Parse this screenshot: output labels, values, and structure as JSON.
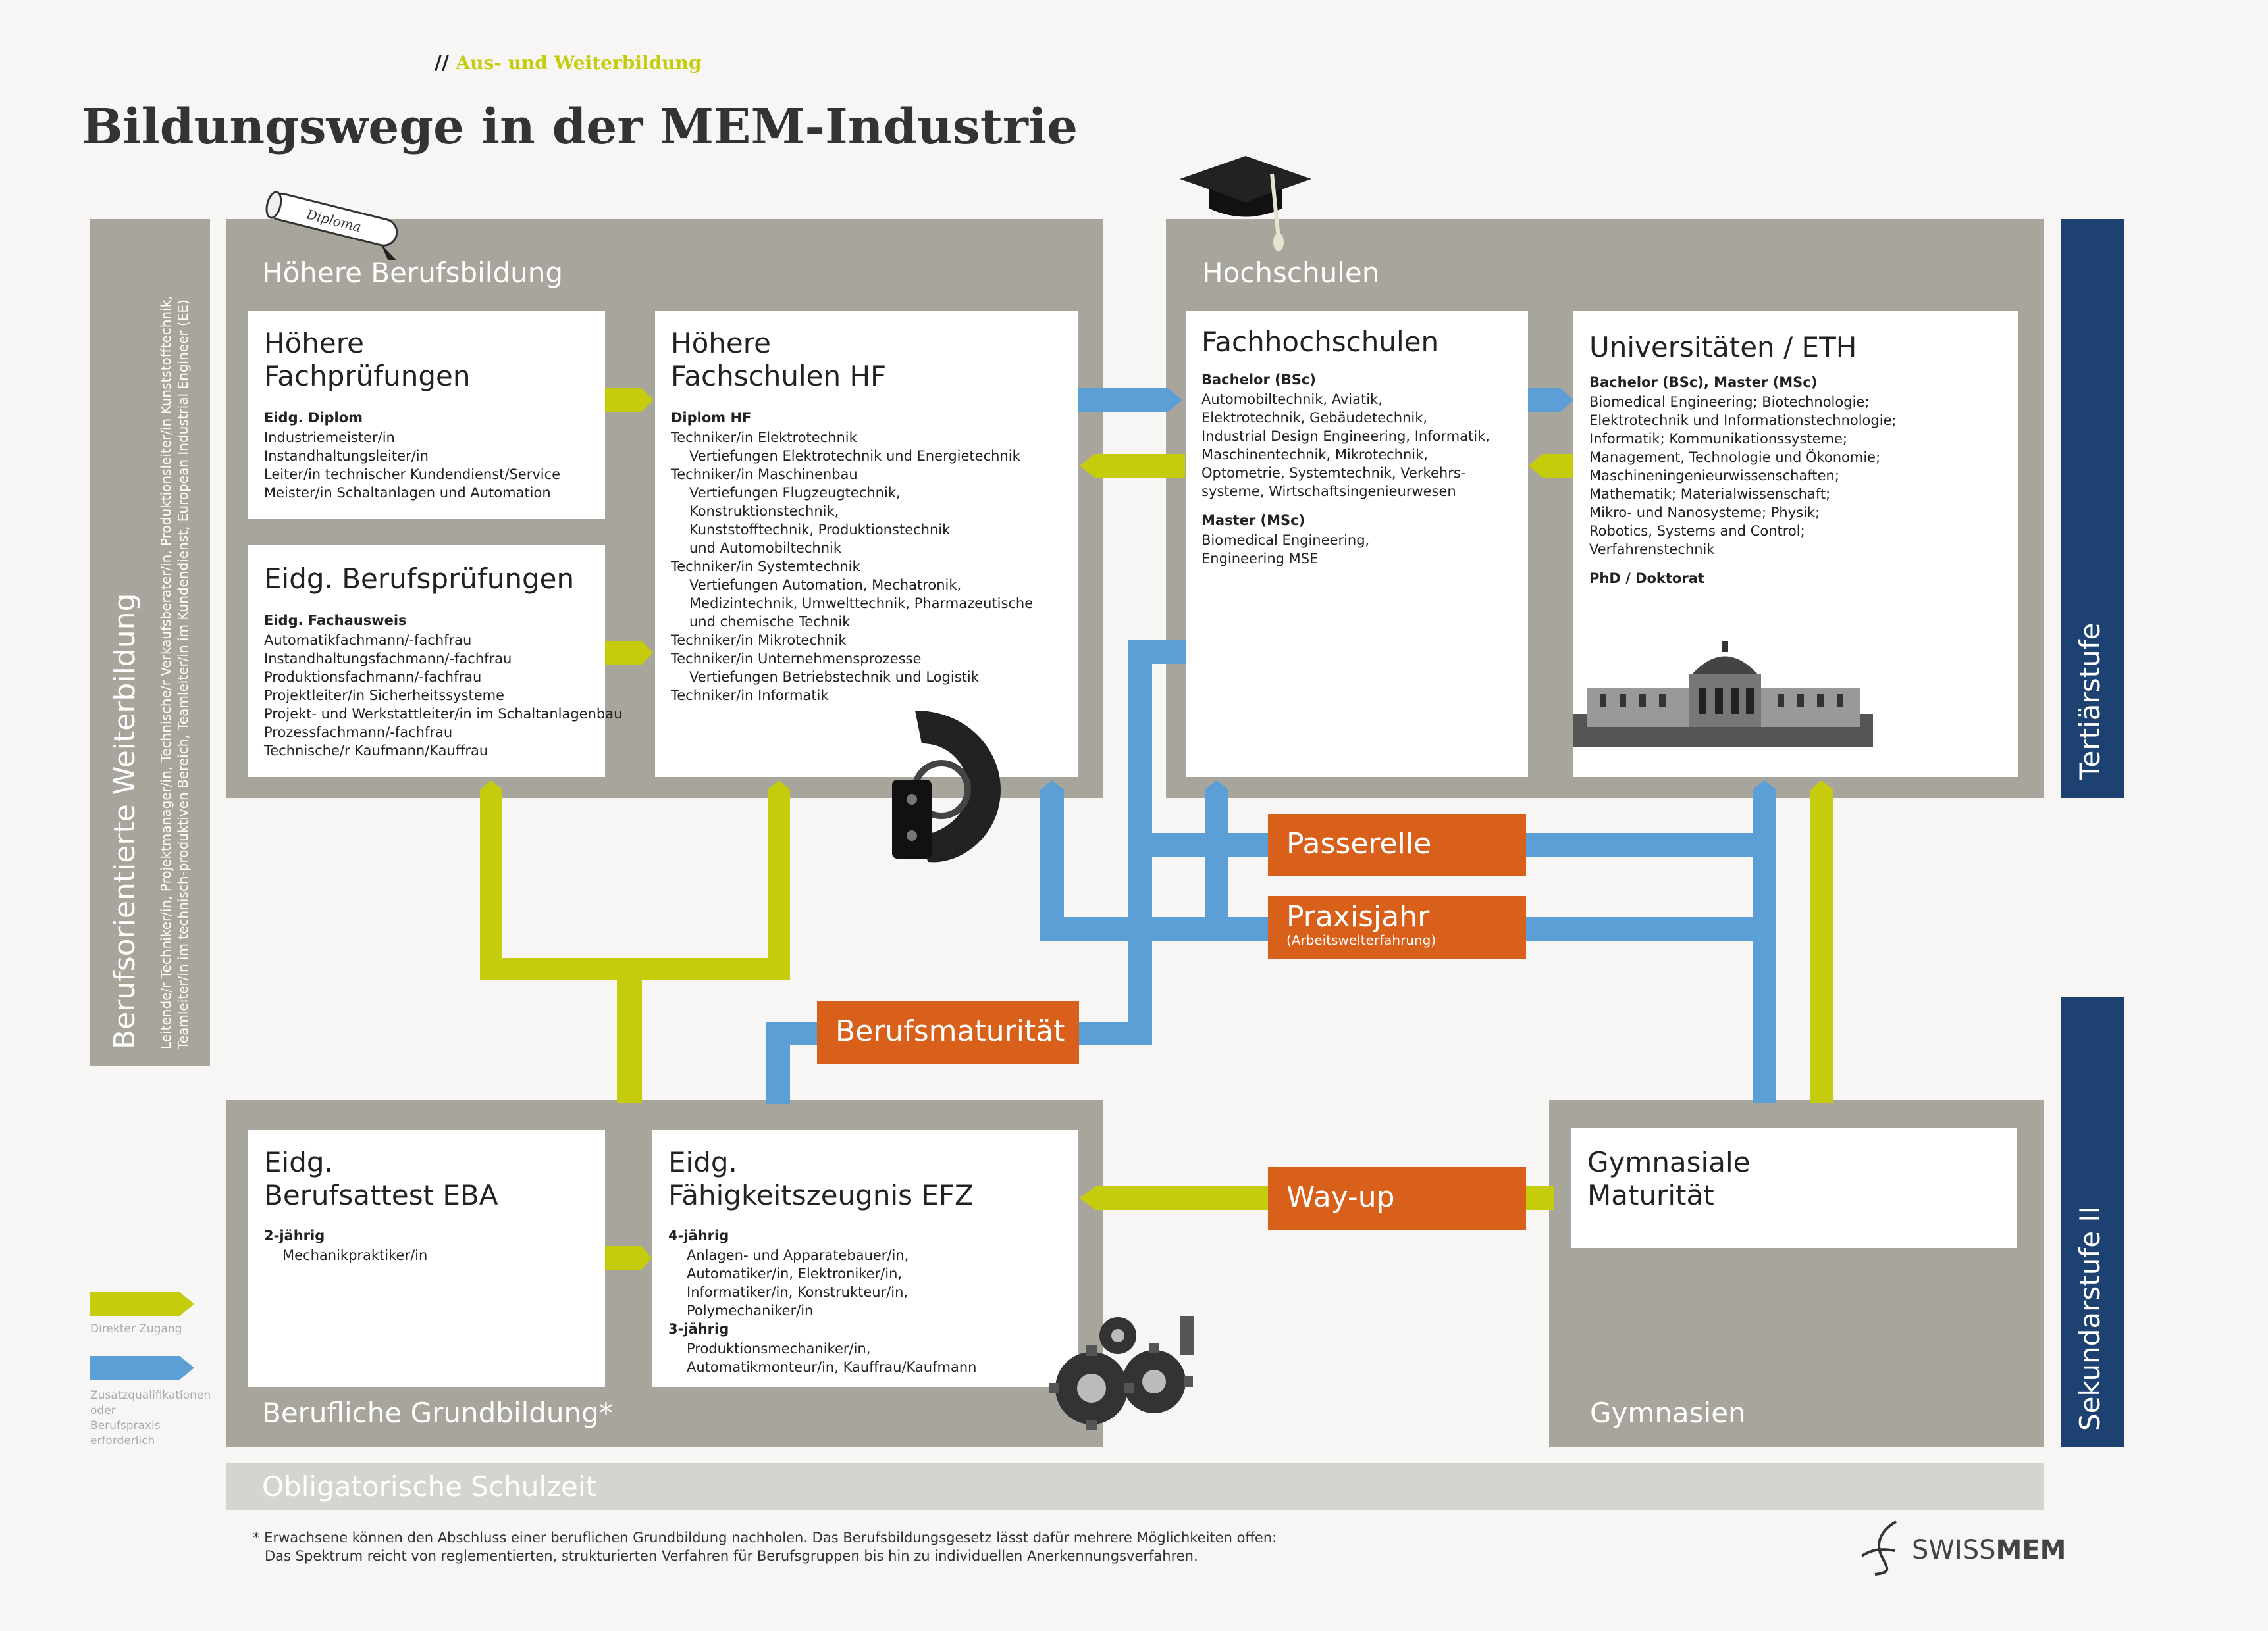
{
  "header": {
    "kicker_slash": "//",
    "kicker": "Aus- und Weiterbildung",
    "title": "Bildungswege in der MEM-Industrie"
  },
  "colors": {
    "lime": "#c4cc0c",
    "blue": "#5b9fd6",
    "orange": "#d9601a",
    "navy": "#1d4271",
    "panel_gray": "#a8a59d"
  },
  "side": {
    "title": "Berufsorientierte Weiterbildung",
    "desc_line1": "Leitende/r Techniker/in, Projektmanager/in, Technische/r Verkaufsberater/in, Produktionsleiter/in Kunststofftechnik,",
    "desc_line2": "Teamleiter/in im technisch-produktiven Bereich, Teamleiter/in im Kundendienst, European Industrial Engineer (EE)"
  },
  "panels": {
    "hbb": "Höhere Berufsbildung",
    "hs": "Hochschulen",
    "bg": "Berufliche Grundbildung*",
    "gym": "Gymnasien",
    "obl": "Obligatorische Schulzeit"
  },
  "levels": {
    "tertiaer": "Tertiärstufe",
    "sek2": "Sekundarstufe II"
  },
  "boxes": {
    "hfp": {
      "title": "Höhere\nFachprüfungen",
      "sub": "Eidg. Diplom",
      "items": [
        "Industriemeister/in",
        "Instandhaltungsleiter/in",
        "Leiter/in technischer Kundendienst/Service",
        "Meister/in Schaltanlagen und Automation"
      ]
    },
    "bp": {
      "title": "Eidg. Berufsprüfungen",
      "sub": "Eidg. Fachausweis",
      "items": [
        "Automatikfachmann/-fachfrau",
        "Instandhaltungsfachmann/-fachfrau",
        "Produktionsfachmann/-fachfrau",
        "Projektleiter/in Sicherheitssysteme",
        "Projekt- und Werkstattleiter/in im Schaltanlagenbau",
        "Prozessfachmann/-fachfrau",
        "Technische/r Kaufmann/Kauffrau"
      ]
    },
    "hf": {
      "title": "Höhere\nFachschulen HF",
      "sub": "Diplom HF",
      "items": [
        "Techniker/in Elektrotechnik",
        "Vertiefungen Elektrotechnik und Energietechnik",
        "Techniker/in Maschinenbau",
        "Vertiefungen Flugzeugtechnik,",
        "Konstruktionstechnik,",
        "Kunststofftechnik, Produktionstechnik",
        "und Automobiltechnik",
        "Techniker/in Systemtechnik",
        "Vertiefungen Automation, Mechatronik,",
        "Medizintechnik, Umwelttechnik, Pharmazeutische",
        "und chemische Technik",
        "Techniker/in Mikrotechnik",
        "Techniker/in Unternehmensprozesse",
        "Vertiefungen Betriebstechnik und Logistik",
        "Techniker/in Informatik"
      ]
    },
    "fh": {
      "title": "Fachhochschulen",
      "sub1": "Bachelor (BSc)",
      "items1": [
        "Automobiltechnik, Aviatik,",
        "Elektrotechnik, Gebäudetechnik,",
        "Industrial Design Engineering, Informatik,",
        "Maschinentechnik, Mikrotechnik,",
        "Optometrie, Systemtechnik, Verkehrs-",
        "systeme, Wirtschaftsingenieurwesen"
      ],
      "sub2": "Master (MSc)",
      "items2": [
        "Biomedical Engineering,",
        "Engineering MSE"
      ]
    },
    "uni": {
      "title": "Universitäten / ETH",
      "sub1": "Bachelor (BSc), Master (MSc)",
      "items1": [
        "Biomedical Engineering; Biotechnologie;",
        "Elektrotechnik und Informationstechnologie;",
        "Informatik; Kommunikationssysteme;",
        "Management, Technologie und Ökonomie;",
        "Maschineningenieurwissenschaften;",
        "Mathematik; Materialwissenschaft;",
        "Mikro- und Nanosysteme; Physik;",
        "Robotics, Systems and Control;",
        "Verfahrenstechnik"
      ],
      "sub2": "PhD / Doktorat"
    },
    "eba": {
      "title": "Eidg.\nBerufsattest EBA",
      "sub": "2-jährig",
      "items": [
        "Mechanikpraktiker/in"
      ]
    },
    "efz": {
      "title": "Eidg.\nFähigkeitszeugnis EFZ",
      "sub1": "4-jährig",
      "items1": [
        "Anlagen- und Apparatebauer/in,",
        "Automatiker/in, Elektroniker/in,",
        "Informatiker/in, Konstrukteur/in,",
        "Polymechaniker/in"
      ],
      "sub2": "3-jährig",
      "items2": [
        "Produktionsmechaniker/in,",
        "Automatikmonteur/in, Kauffrau/Kaufmann"
      ]
    },
    "gym": {
      "title": "Gymnasiale\nMaturität"
    }
  },
  "connectors": {
    "passerelle": "Passerelle",
    "praxisjahr": "Praxisjahr",
    "praxisjahr_sub": "(Arbeitswelterfahrung)",
    "berufsmaturitaet": "Berufsmaturität",
    "wayup": "Way-up"
  },
  "legend": {
    "direct": "Direkter Zugang",
    "zusatz_1": "Zusatzqualifikationen",
    "zusatz_2": "oder",
    "zusatz_3": "Berufspraxis",
    "zusatz_4": "erforderlich"
  },
  "footnote": {
    "line1": "* Erwachsene können den Abschluss einer beruflichen Grundbildung nachholen. Das Berufsbildungsgesetz lässt dafür mehrere Möglichkeiten offen:",
    "line2": "Das Spektrum reicht von reglementierten, strukturierten Verfahren für Berufsgruppen bis hin zu individuellen Anerkennungsverfahren."
  },
  "logo": {
    "part1": "SWISS",
    "part2": "MEM"
  },
  "icons": [
    "diploma-scroll-icon",
    "graduation-cap-icon",
    "gear-part-icon",
    "gears-icon",
    "eth-building-icon",
    "swissmem-logo-icon"
  ]
}
